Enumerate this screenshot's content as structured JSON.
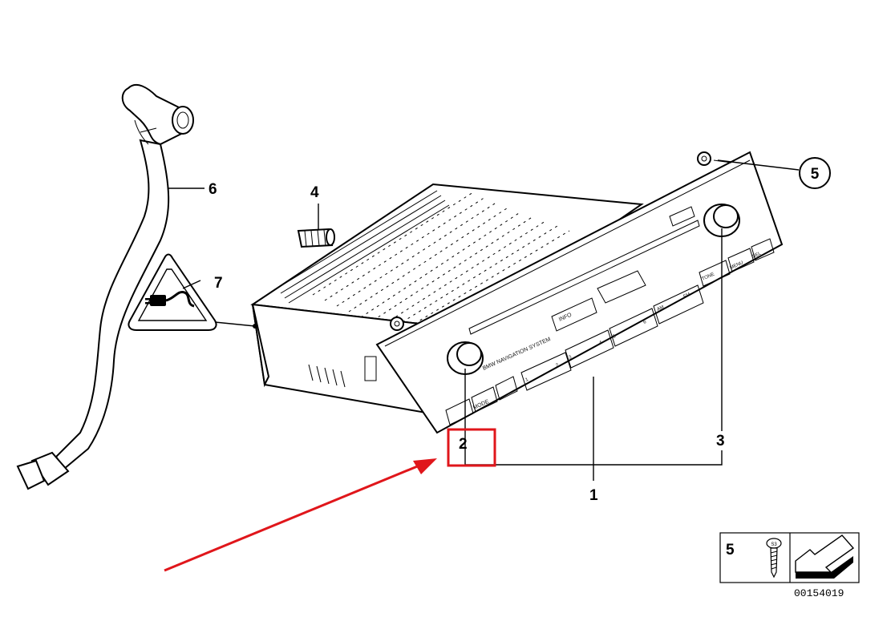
{
  "callouts": {
    "c1": "1",
    "c2": "2",
    "c3": "3",
    "c4": "4",
    "c5": "5",
    "c6": "6",
    "c7": "7"
  },
  "panel_labels": {
    "brand": "BMW NAVIGATION SYSTEM",
    "info": "INFO",
    "mode": "MODE",
    "tone": "TONE",
    "menu": "MENU",
    "sel": "SEL",
    "am": "AM",
    "fm": "FM",
    "preset_1": "1",
    "preset_2": "2",
    "preset_3": "3",
    "preset_4": "4",
    "preset_5": "5",
    "preset_6": "6"
  },
  "legend_box": {
    "number": "5",
    "screw_mark": "S3"
  },
  "reference_code": "00154019",
  "highlight": {
    "color": "#e0161b",
    "target": "2"
  },
  "arrow": {
    "color": "#e0161b"
  }
}
